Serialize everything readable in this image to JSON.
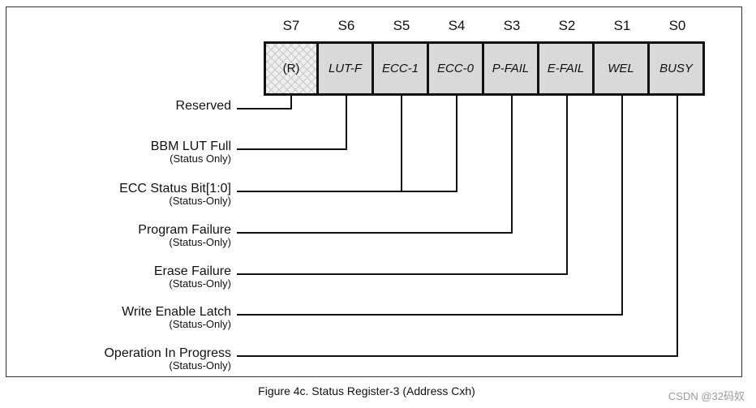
{
  "bits": [
    {
      "name": "S7",
      "field": "(R)",
      "reserved": true
    },
    {
      "name": "S6",
      "field": "LUT-F"
    },
    {
      "name": "S5",
      "field": "ECC-1"
    },
    {
      "name": "S4",
      "field": "ECC-0"
    },
    {
      "name": "S3",
      "field": "P-FAIL"
    },
    {
      "name": "S2",
      "field": "E-FAIL"
    },
    {
      "name": "S1",
      "field": "WEL"
    },
    {
      "name": "S0",
      "field": "BUSY"
    }
  ],
  "descriptions": [
    {
      "label": "Reserved",
      "sub": "",
      "bits": [
        "S7"
      ]
    },
    {
      "label": "BBM LUT Full",
      "sub": "(Status Only)",
      "bits": [
        "S6"
      ]
    },
    {
      "label": "ECC Status Bit[1:0]",
      "sub": "(Status-Only)",
      "bits": [
        "S5",
        "S4"
      ]
    },
    {
      "label": "Program Failure",
      "sub": "(Status-Only)",
      "bits": [
        "S3"
      ]
    },
    {
      "label": "Erase Failure",
      "sub": "(Status-Only)",
      "bits": [
        "S2"
      ]
    },
    {
      "label": "Write Enable Latch",
      "sub": "(Status-Only)",
      "bits": [
        "S1"
      ]
    },
    {
      "label": "Operation In Progress",
      "sub": "(Status-Only)",
      "bits": [
        "S0"
      ]
    }
  ],
  "caption": "Figure 4c. Status Register-3 (Address Cxh)",
  "watermark": "CSDN @32码奴"
}
